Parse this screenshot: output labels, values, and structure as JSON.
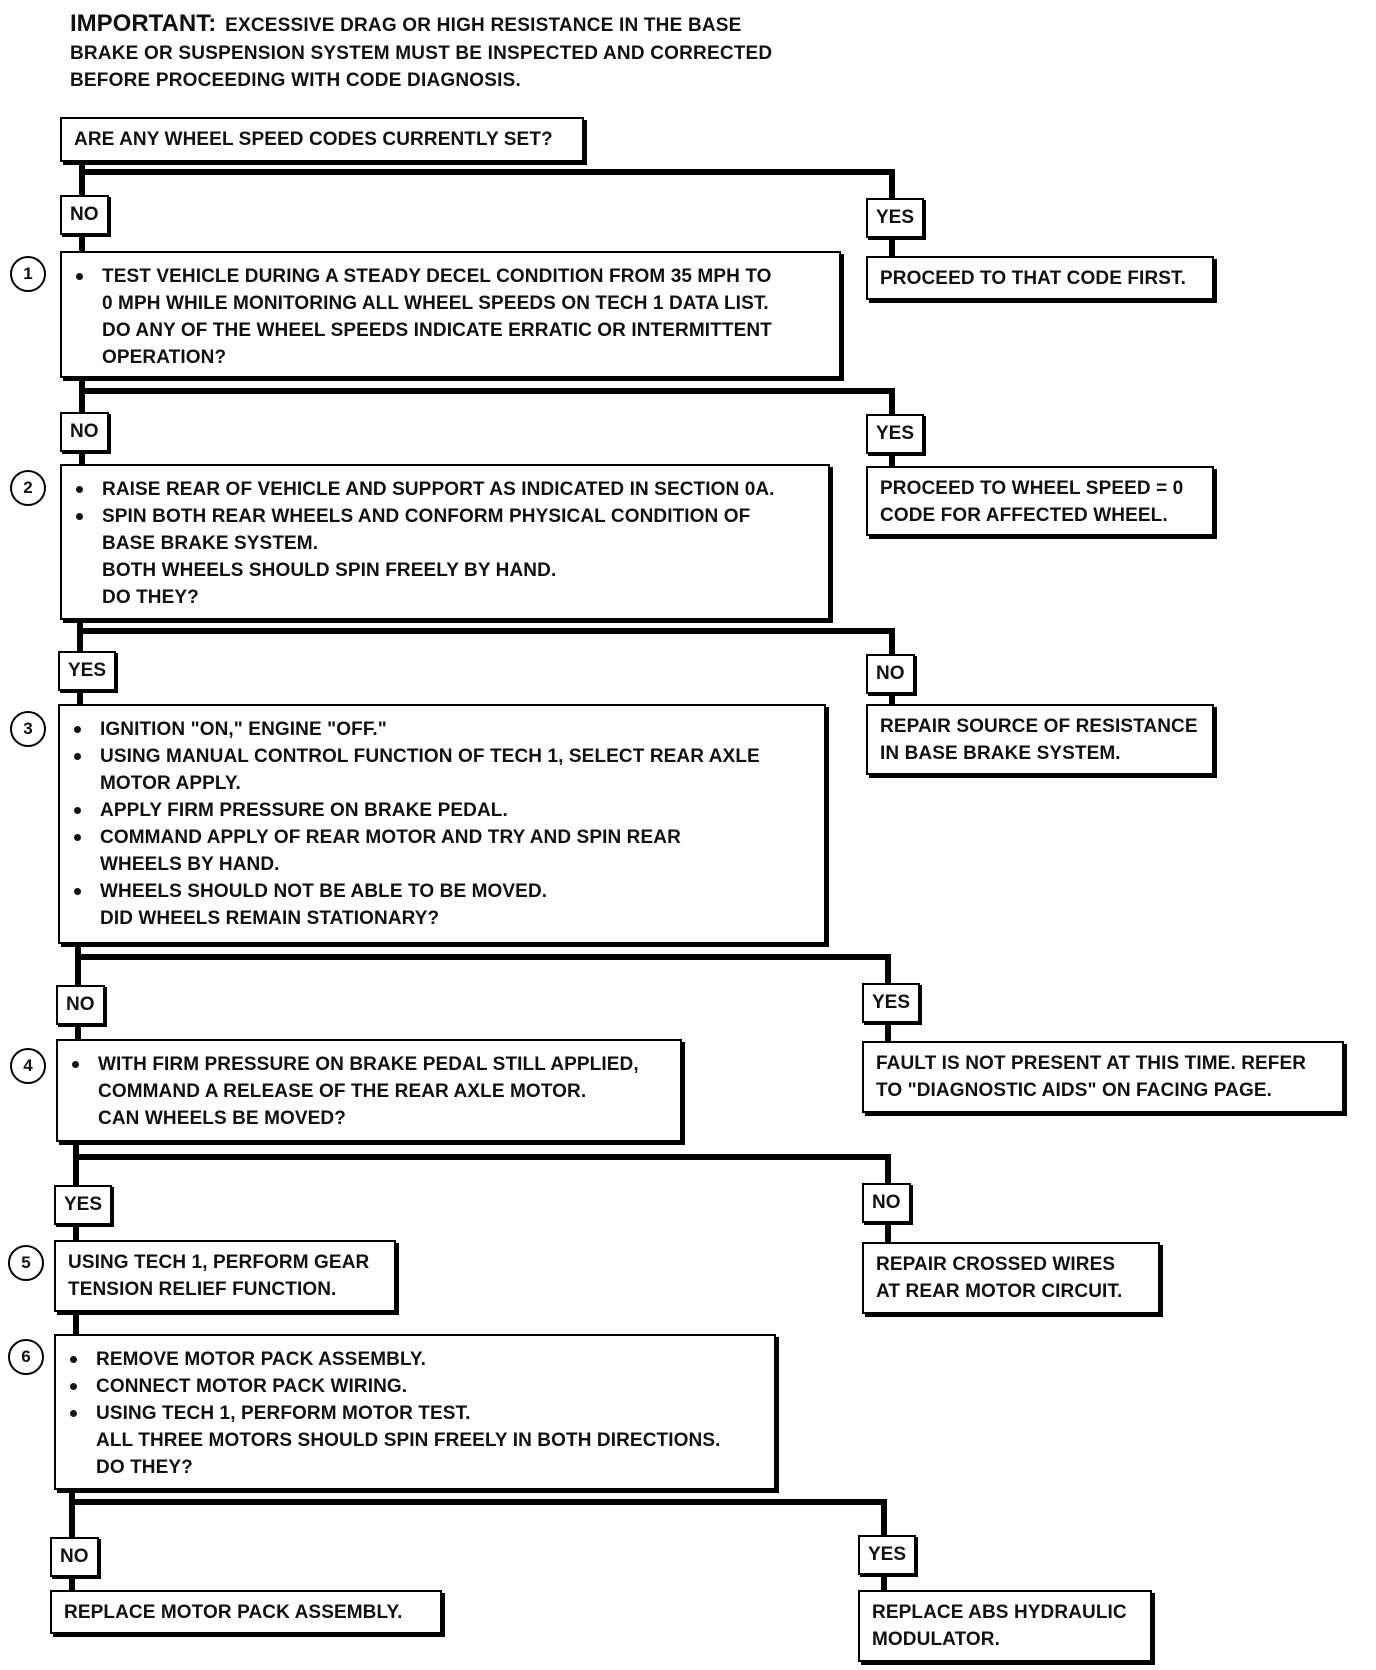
{
  "header": {
    "important": "IMPORTANT:",
    "lines": [
      "EXCESSIVE DRAG OR HIGH RESISTANCE IN THE BASE",
      "BRAKE OR SUSPENSION SYSTEM MUST BE INSPECTED AND CORRECTED",
      "BEFORE PROCEEDING WITH CODE DIAGNOSIS."
    ]
  },
  "start": {
    "text": "ARE ANY WHEEL SPEED CODES CURRENTLY SET?"
  },
  "labels": {
    "l0_left": "NO",
    "l0_right": "YES",
    "l1_left": "NO",
    "l1_right": "YES",
    "l2_left": "YES",
    "l2_right": "NO",
    "l3_left": "NO",
    "l3_right": "YES",
    "l4_left": "YES",
    "l4_right": "NO",
    "l6_left": "NO",
    "l6_right": "YES"
  },
  "steps": {
    "s1": {
      "num": "1",
      "lines": [
        {
          "bullet": true,
          "text": "TEST VEHICLE DURING A STEADY DECEL CONDITION FROM 35 MPH TO"
        },
        {
          "bullet": false,
          "text": "0 MPH WHILE MONITORING ALL WHEEL SPEEDS ON TECH 1 DATA LIST."
        },
        {
          "bullet": false,
          "text": "DO ANY OF THE WHEEL SPEEDS INDICATE ERRATIC OR INTERMITTENT"
        },
        {
          "bullet": false,
          "text": "OPERATION?"
        }
      ]
    },
    "s2": {
      "num": "2",
      "lines": [
        {
          "bullet": true,
          "text": "RAISE REAR OF VEHICLE AND SUPPORT AS INDICATED IN SECTION 0A."
        },
        {
          "bullet": true,
          "text": "SPIN BOTH REAR WHEELS AND CONFORM PHYSICAL CONDITION OF"
        },
        {
          "bullet": false,
          "text": "BASE BRAKE SYSTEM."
        },
        {
          "bullet": false,
          "text": "BOTH WHEELS SHOULD SPIN FREELY BY HAND."
        },
        {
          "bullet": false,
          "text": "DO THEY?"
        }
      ]
    },
    "s3": {
      "num": "3",
      "lines": [
        {
          "bullet": true,
          "text": "IGNITION \"ON,\" ENGINE \"OFF.\""
        },
        {
          "bullet": true,
          "text": "USING MANUAL CONTROL FUNCTION OF TECH 1, SELECT REAR AXLE"
        },
        {
          "bullet": false,
          "text": "MOTOR APPLY."
        },
        {
          "bullet": true,
          "text": "APPLY FIRM PRESSURE ON BRAKE PEDAL."
        },
        {
          "bullet": true,
          "text": "COMMAND APPLY OF REAR MOTOR AND TRY AND SPIN REAR"
        },
        {
          "bullet": false,
          "text": "WHEELS BY HAND."
        },
        {
          "bullet": true,
          "text": "WHEELS SHOULD NOT BE ABLE TO BE MOVED."
        },
        {
          "bullet": false,
          "text": "DID WHEELS REMAIN STATIONARY?"
        }
      ]
    },
    "s4": {
      "num": "4",
      "lines": [
        {
          "bullet": true,
          "text": "WITH FIRM PRESSURE ON BRAKE PEDAL STILL APPLIED,"
        },
        {
          "bullet": false,
          "text": "COMMAND A RELEASE OF THE REAR AXLE MOTOR."
        },
        {
          "bullet": false,
          "text": "CAN WHEELS BE MOVED?"
        }
      ]
    },
    "s5": {
      "num": "5",
      "lines": [
        {
          "bullet": false,
          "text": "USING TECH 1, PERFORM GEAR"
        },
        {
          "bullet": false,
          "text": "TENSION RELIEF FUNCTION."
        }
      ]
    },
    "s6": {
      "num": "6",
      "lines": [
        {
          "bullet": true,
          "text": "REMOVE MOTOR PACK ASSEMBLY."
        },
        {
          "bullet": true,
          "text": "CONNECT MOTOR PACK WIRING."
        },
        {
          "bullet": true,
          "text": "USING TECH 1, PERFORM MOTOR TEST."
        },
        {
          "bullet": false,
          "text": "ALL THREE MOTORS SHOULD SPIN FREELY IN BOTH DIRECTIONS."
        },
        {
          "bullet": false,
          "text": "DO THEY?"
        }
      ]
    }
  },
  "outcomes": {
    "o0": {
      "lines": [
        "PROCEED TO THAT CODE FIRST."
      ]
    },
    "o1": {
      "lines": [
        "PROCEED TO WHEEL SPEED = 0",
        "CODE FOR AFFECTED WHEEL."
      ]
    },
    "o2": {
      "lines": [
        "REPAIR SOURCE OF RESISTANCE",
        "IN BASE BRAKE SYSTEM."
      ]
    },
    "o3": {
      "lines": [
        "FAULT IS NOT PRESENT AT THIS TIME.  REFER",
        "TO \"DIAGNOSTIC AIDS\" ON FACING PAGE."
      ]
    },
    "o4": {
      "lines": [
        "REPAIR CROSSED WIRES",
        "AT REAR MOTOR CIRCUIT."
      ]
    },
    "o6l": {
      "lines": [
        "REPLACE MOTOR PACK ASSEMBLY."
      ]
    },
    "o6r": {
      "lines": [
        "REPLACE ABS HYDRAULIC",
        "MODULATOR."
      ]
    }
  }
}
